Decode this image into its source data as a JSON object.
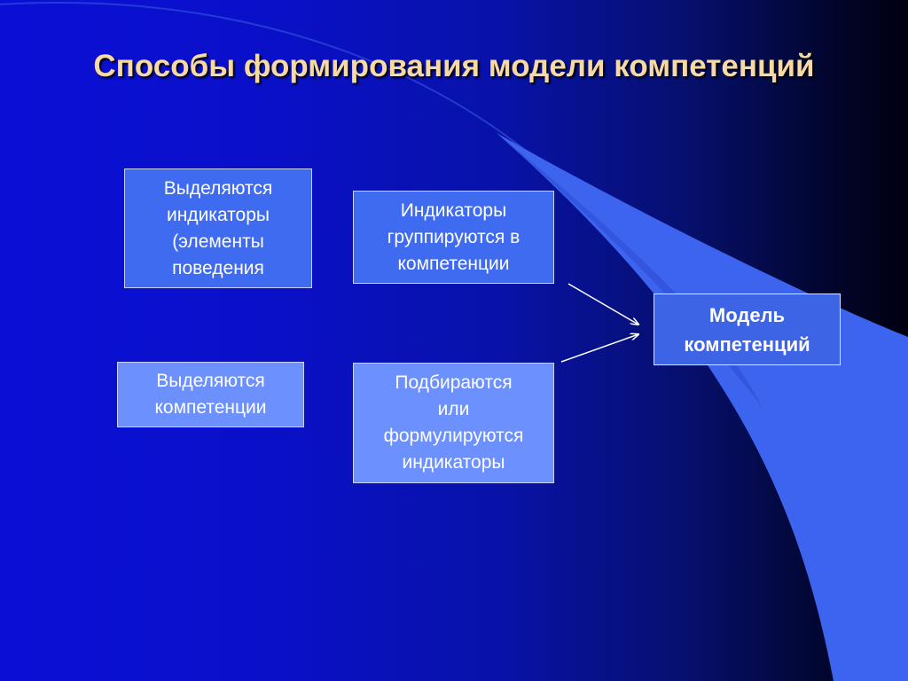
{
  "slide": {
    "title": "Способы формирования модели компетенций"
  },
  "diagram": {
    "box_identify_indicators": "Выделяются\nиндикаторы\n(элементы\nповедения",
    "box_group_indicators": "Индикаторы\nгруппируются в\nкомпетенции",
    "box_identify_competencies": "Выделяются\nкомпетенции",
    "box_select_indicators": "Подбираются\nили\nформулируются\nиндикаторы",
    "box_result": "Модель\nкомпетенций"
  },
  "colors": {
    "title": "#f7d9a6",
    "background_left": "#0b0fd6",
    "background_right": "#000010",
    "swoosh": "#3d64ee",
    "box_mid": "#3f6bf0",
    "box_light": "#6d90ff"
  }
}
